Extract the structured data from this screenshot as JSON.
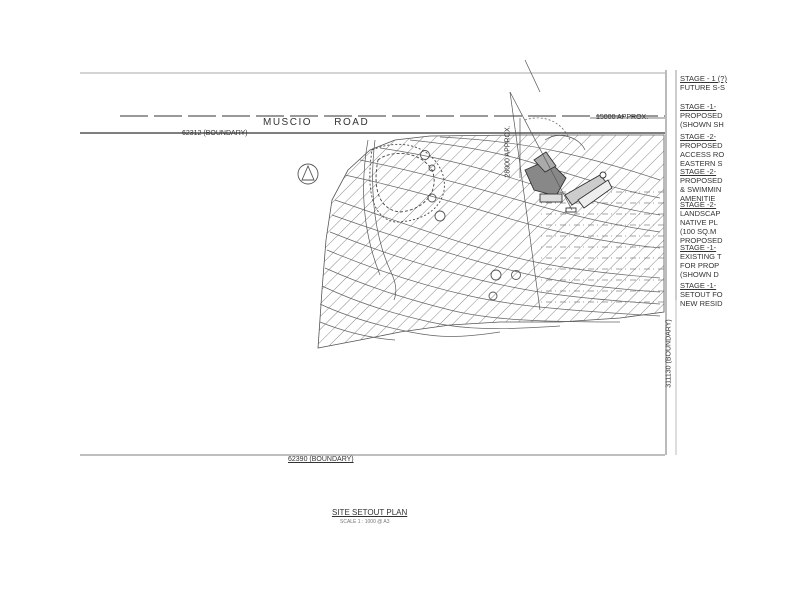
{
  "plan": {
    "road_name": "MUSCIO ROAD",
    "top_boundary": "62312 (BOUNDARY)",
    "bottom_boundary": "62390 (BOUNDARY)",
    "right_boundary": "311130 (BOUNDARY)",
    "dim_vertical": "28000 APPROX.",
    "dim_horizontal": "15000 APPROX.",
    "title": "SITE SETOUT PLAN",
    "scale": "SCALE 1 : 1000 @ A3"
  },
  "legend": [
    {
      "head": "STAGE - 1 (?)",
      "lines": [
        "FUTURE S-S"
      ]
    },
    {
      "head": "STAGE -1-",
      "lines": [
        "PROPOSED",
        "(SHOWN SH"
      ]
    },
    {
      "head": "STAGE -2-",
      "lines": [
        "PROPOSED",
        "ACCESS RO",
        "EASTERN S"
      ]
    },
    {
      "head": "STAGE -2-",
      "lines": [
        "PROPOSED",
        "& SWIMMIN",
        "AMENITIE"
      ]
    },
    {
      "head": "STAGE -2-",
      "lines": [
        "LANDSCAP",
        "NATIVE PL",
        "(100 SQ.M",
        "PROPOSED"
      ]
    },
    {
      "head": "STAGE -1-",
      "lines": [
        "EXISTING T",
        "FOR PROP",
        "(SHOWN D"
      ]
    },
    {
      "head": "STAGE -1-",
      "lines": [
        "SETOUT FO",
        "NEW RESID"
      ]
    }
  ]
}
